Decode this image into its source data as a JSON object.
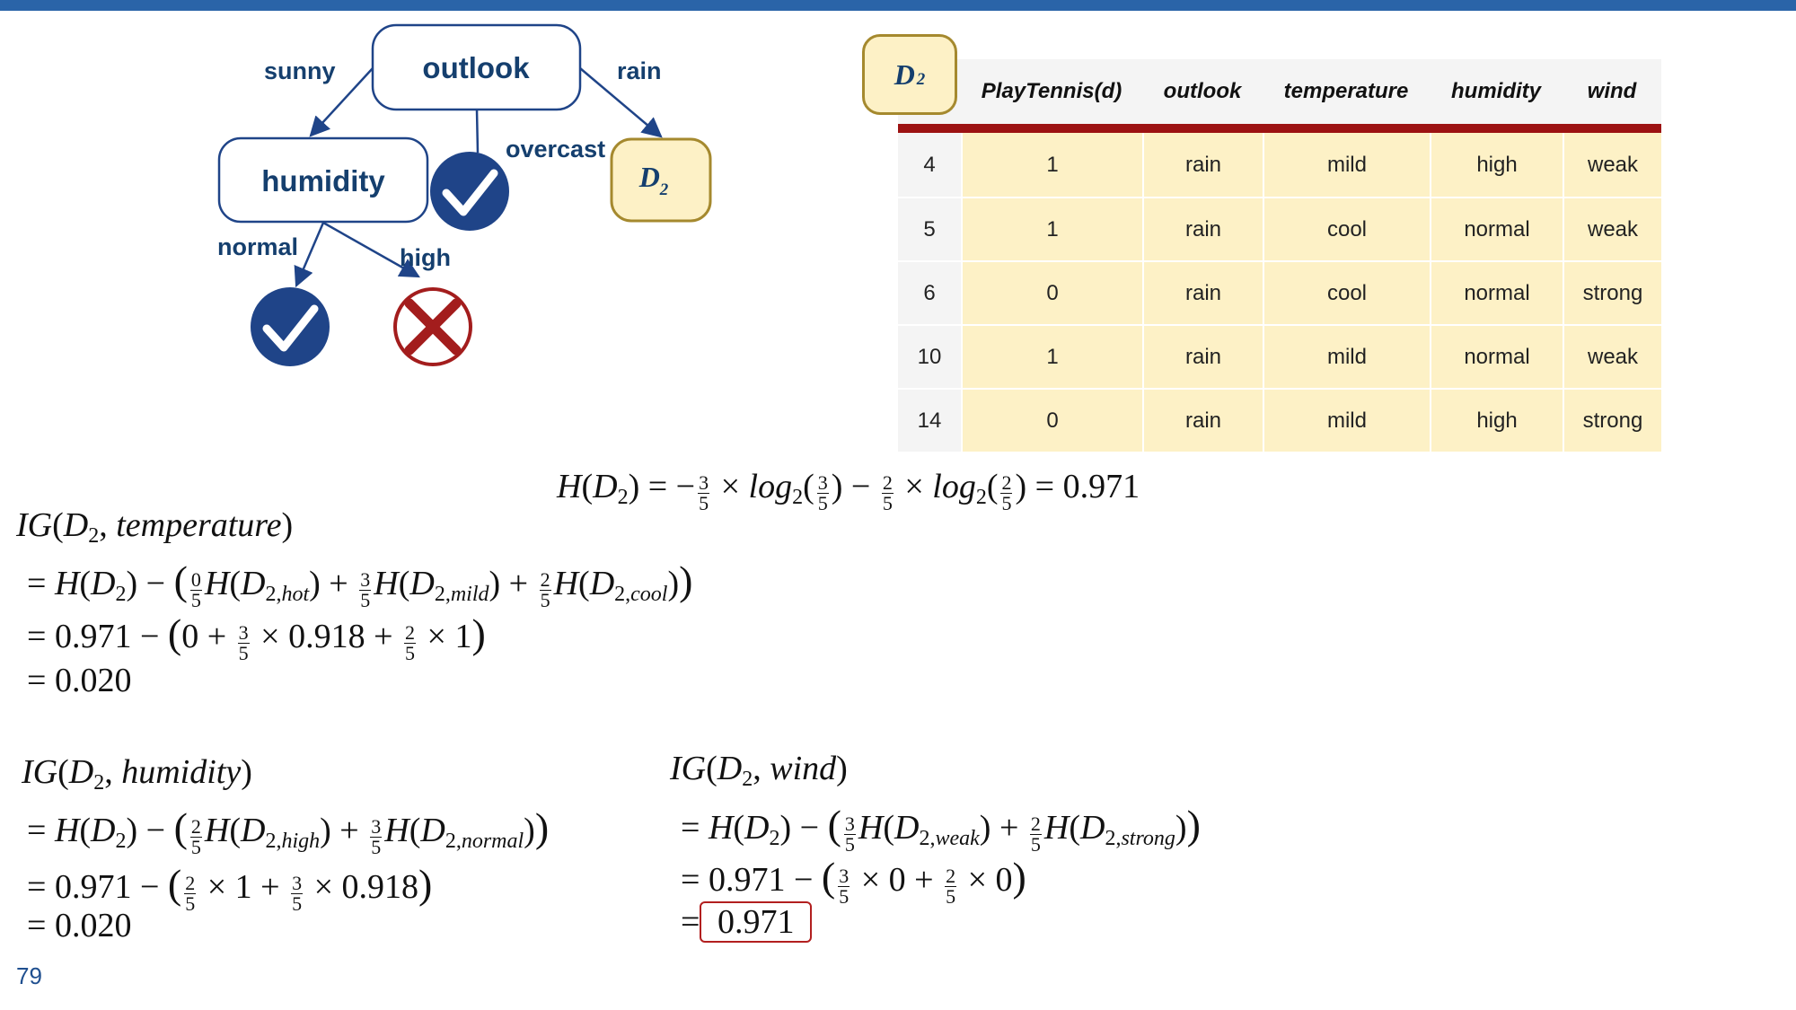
{
  "slide": {
    "page_number": "79"
  },
  "tree": {
    "root_label": "outlook",
    "child_label": "humidity",
    "leaf_label_main": "D",
    "leaf_label_sub": "2",
    "edges": {
      "sunny": "sunny",
      "rain": "rain",
      "overcast": "overcast",
      "normal": "normal",
      "high": "high"
    },
    "icons": {
      "overcast_leaf": "checkmark-icon",
      "normal_leaf": "checkmark-icon",
      "high_leaf": "cross-icon"
    },
    "colors": {
      "navy": "#1f4488",
      "text": "#153f6e",
      "red": "#a31d1d",
      "yellow_fill": "#fdf1c6",
      "yellow_border": "#a5892e"
    }
  },
  "table": {
    "badge_main": "D",
    "badge_sub": "2",
    "headers": [
      "",
      "PlayTennis(d)",
      "outlook",
      "temperature",
      "humidity",
      "wind"
    ],
    "rows": [
      [
        "4",
        "1",
        "rain",
        "mild",
        "high",
        "weak"
      ],
      [
        "5",
        "1",
        "rain",
        "cool",
        "normal",
        "weak"
      ],
      [
        "6",
        "0",
        "rain",
        "cool",
        "normal",
        "strong"
      ],
      [
        "10",
        "1",
        "rain",
        "mild",
        "normal",
        "weak"
      ],
      [
        "14",
        "0",
        "rain",
        "mild",
        "high",
        "strong"
      ]
    ],
    "colors": {
      "header_bg": "#f4f4f4",
      "cell_bg": "#fdf1c6",
      "rule": "#9c1212"
    }
  },
  "equations": {
    "entropy_result": "0.971",
    "temperature": {
      "step2": "0.971",
      "val_a": "0.918",
      "result": "0.020"
    },
    "humidity": {
      "step2": "0.971",
      "val_a": "0.918",
      "result": "0.020"
    },
    "wind": {
      "step2": "0.971",
      "result": "0.971"
    }
  }
}
